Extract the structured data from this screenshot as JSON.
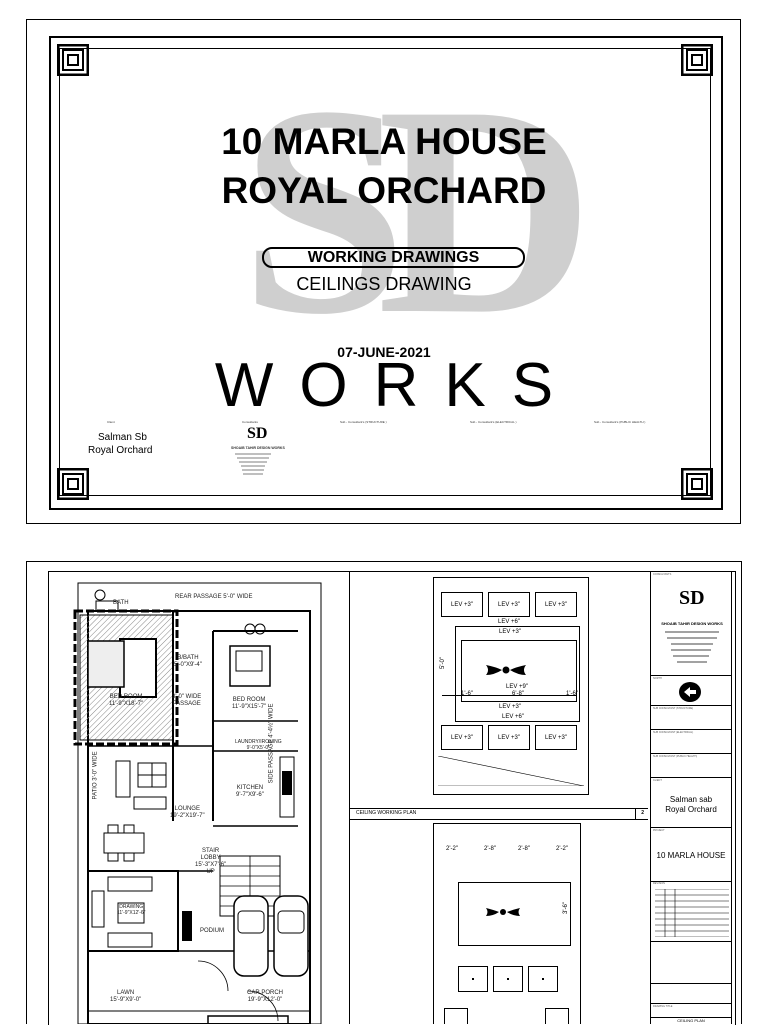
{
  "cover": {
    "title_line1": "10 MARLA HOUSE",
    "title_line2": "ROYAL ORCHARD",
    "banner": "WORKING DRAWINGS",
    "subtitle": "CEILINGS DRAWING",
    "date": "07-JUNE-2021",
    "works": "WORKS",
    "watermark_letters": "SD",
    "client_label": "Client",
    "client_line1": "Salman Sb",
    "client_line2": "Royal Orchard",
    "consultant_label": "Consultants",
    "consultant_name": "SHOAIB TAHIR DESIGN WORKS",
    "structure_label": "Sub - Consultant's (STRUCTURE )",
    "electrical_label": "Sub - Consultant's (ELECTRICAL )",
    "public_health_label": "Sub - Consultant's (PUBLIC HEALTH )"
  },
  "plan": {
    "rear_passage": "REAR PASSAGE 5'-0\" WIDE",
    "side_passage": "SIDE PASSAGE 4'-4½\" WIDE",
    "patio": "PATIO 3'-0\" WIDE",
    "rooms": [
      {
        "key": "bath1",
        "label": "BATH"
      },
      {
        "key": "bedroom1",
        "label": "BED ROOM\n11'-9\"X18'-7\""
      },
      {
        "key": "bath2",
        "label": "B/BATH\n5'-0\"X9'-4\""
      },
      {
        "key": "passage",
        "label": "3'-0\" WIDE\nPASSAGE"
      },
      {
        "key": "bedroom2",
        "label": "BED ROOM\n11'-9\"X15'-7\""
      },
      {
        "key": "laundry",
        "label": "LAUNDRY/IRONING\n9'-0\"X5'-0\""
      },
      {
        "key": "kitchen",
        "label": "KITCHEN\n9'-7\"X9'-6\""
      },
      {
        "key": "lounge",
        "label": "LOUNGE\n19'-2\"X19'-7\""
      },
      {
        "key": "stair",
        "label": "STAIR\nLOBBY\n15'-3\"X7'-6\"\nUP"
      },
      {
        "key": "drawing",
        "label": "DRAWING\n11'-9\"X12'-6\""
      },
      {
        "key": "podium",
        "label": "PODIUM"
      },
      {
        "key": "lawn",
        "label": "LAWN\n15'-9\"X9'-0\""
      },
      {
        "key": "porch",
        "label": "CAR PORCH\n19'-9\"X12'-0\""
      }
    ]
  },
  "ceiling": {
    "lev3": "LEV +3\"",
    "lev6": "LEV +6\"",
    "lev9": "LEV +9\"",
    "dim_a": "1'-6\"",
    "dim_b": "6'-8\"",
    "dim_c": "2'-2\"",
    "dim_d": "2'-8\"",
    "dim_e": "3'-6\"",
    "dim_f": "5'-0\"",
    "working_plan_label": "CEILING WORKING PLAN",
    "working_plan_number": "2"
  },
  "titleblock": {
    "brand": "SHOAIB TAHIR DESIGN WORKS",
    "client_line1": "Salman sab",
    "client_line2": "Royal Orchard",
    "project": "10 MARLA HOUSE",
    "sheet_title": "CEILING PLAN",
    "label_consultant": "CONSULTANTS",
    "label_structure": "SUB CONSULTANT (STRUCTURE)",
    "label_electrical": "SUB CONSULTANT (ELECTRICAL)",
    "label_public_health": "SUB CONSULTANT (PUBLIC HEALTH)",
    "label_client": "CLIENT",
    "label_project": "PROJECT",
    "label_revision": "REVISION",
    "label_drawing": "DRAWING TITLE",
    "label_north": "NORTH"
  }
}
